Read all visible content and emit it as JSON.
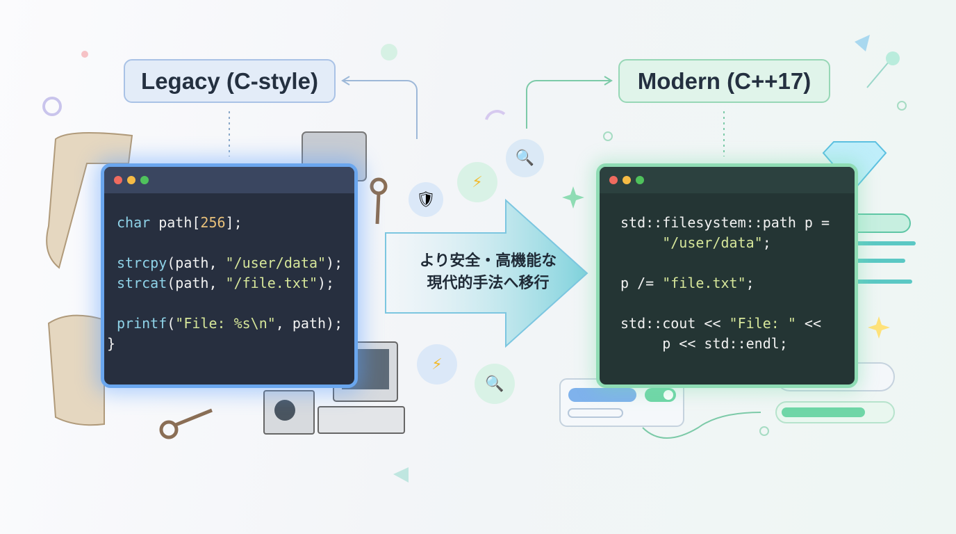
{
  "legacy": {
    "label": "Legacy (C-style)",
    "code": [
      [
        {
          "t": "char",
          "c": "kw"
        },
        {
          "t": " path[",
          "c": "pl"
        },
        {
          "t": "256",
          "c": "num"
        },
        {
          "t": "];",
          "c": "pl"
        }
      ],
      [],
      [
        {
          "t": "strcpy",
          "c": "kw"
        },
        {
          "t": "(path, ",
          "c": "pl"
        },
        {
          "t": "\"/user/data\"",
          "c": "str"
        },
        {
          "t": ");",
          "c": "pl"
        }
      ],
      [
        {
          "t": "strcat",
          "c": "kw"
        },
        {
          "t": "(path, ",
          "c": "pl"
        },
        {
          "t": "\"/file.txt\"",
          "c": "str"
        },
        {
          "t": ");",
          "c": "pl"
        }
      ],
      [],
      [
        {
          "t": "printf",
          "c": "kw"
        },
        {
          "t": "(",
          "c": "pl"
        },
        {
          "t": "\"File: %s\\n\"",
          "c": "str"
        },
        {
          "t": ", path);",
          "c": "pl"
        }
      ],
      [
        {
          "t": "}",
          "c": "pl",
          "o": -3
        }
      ]
    ]
  },
  "modern": {
    "label": "Modern (C++17)",
    "code": [
      [
        {
          "t": "std::filesystem::path p =",
          "c": "pl"
        }
      ],
      [
        {
          "t": "     ",
          "c": "pl"
        },
        {
          "t": "\"/user/data\"",
          "c": "str"
        },
        {
          "t": ";",
          "c": "pl"
        }
      ],
      [],
      [
        {
          "t": "p /= ",
          "c": "pl"
        },
        {
          "t": "\"file.txt\"",
          "c": "str"
        },
        {
          "t": ";",
          "c": "pl"
        }
      ],
      [],
      [
        {
          "t": "std::cout << ",
          "c": "pl"
        },
        {
          "t": "\"File: \"",
          "c": "str"
        },
        {
          "t": " <<",
          "c": "pl"
        }
      ],
      [
        {
          "t": "     p << std::endl;",
          "c": "pl"
        }
      ]
    ]
  },
  "arrow": {
    "line1": "より安全・高機能な",
    "line2": "現代的手法へ移行"
  },
  "colors": {
    "legacy_accent": "#6aa6ee",
    "modern_accent": "#8fdcb4",
    "arrow": "#8fd8e0"
  }
}
